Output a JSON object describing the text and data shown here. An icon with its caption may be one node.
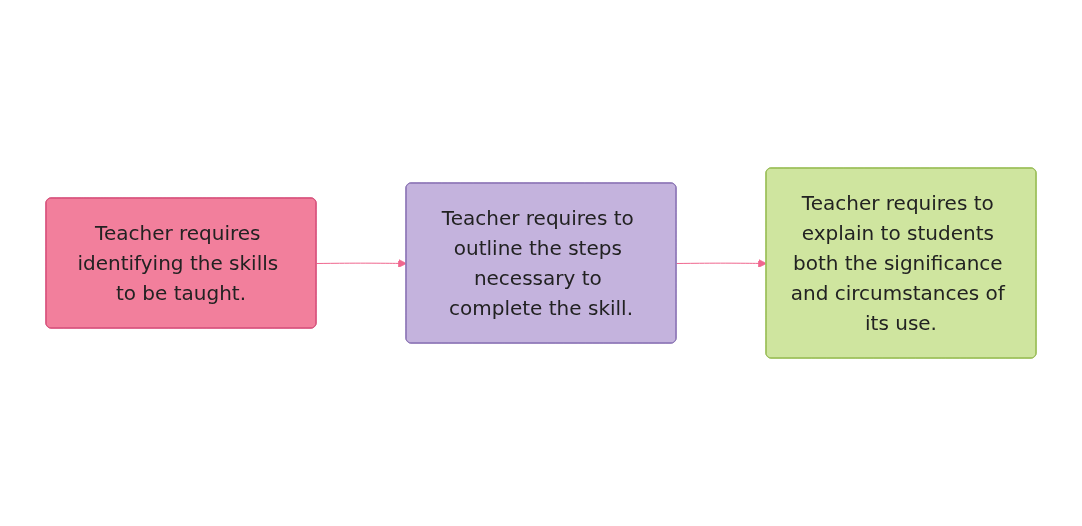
{
  "diagram": {
    "nodes": [
      {
        "text": [
          "Teacher requires identifying the skills to be taught."
        ]
      },
      {
        "text": [
          "Teacher requires to outline the steps necessary to complete the skill."
        ]
      },
      {
        "text": [
          "Teacher requires to explain to students both the significance and circumstances of its use."
        ]
      }
    ],
    "edges": [
      {
        "from": 0,
        "to": 1,
        "arrow": "to",
        "color": "#f0668e"
      },
      {
        "from": 1,
        "to": 2,
        "arrow": "to",
        "color": "#f0668e"
      }
    ]
  }
}
